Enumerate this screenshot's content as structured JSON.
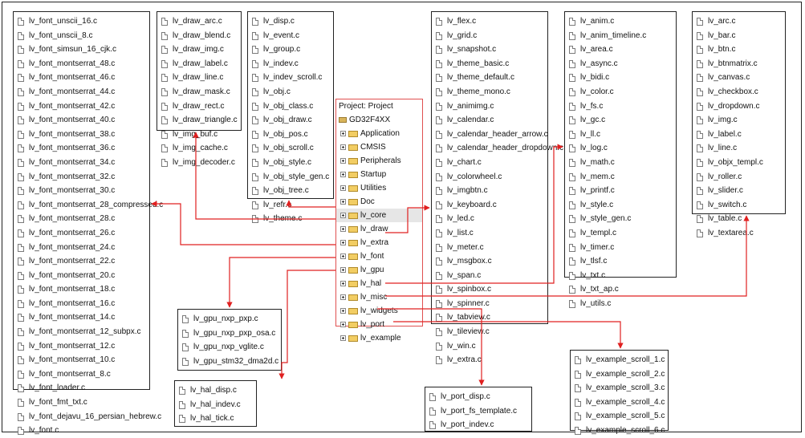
{
  "project": {
    "title": "Project: Project",
    "root": "GD32F4XX",
    "groups": [
      "Application",
      "CMSIS",
      "Peripherals",
      "Startup",
      "Utilities",
      "Doc",
      "lv_core",
      "lv_draw",
      "lv_extra",
      "lv_font",
      "lv_gpu",
      "lv_hal",
      "lv_misc",
      "lv_widgets",
      "lv_port",
      "lv_example"
    ],
    "selected_group": "lv_core"
  },
  "boxes": {
    "font": [
      "lv_font_unscii_16.c",
      "lv_font_unscii_8.c",
      "lv_font_simsun_16_cjk.c",
      "lv_font_montserrat_48.c",
      "lv_font_montserrat_46.c",
      "lv_font_montserrat_44.c",
      "lv_font_montserrat_42.c",
      "lv_font_montserrat_40.c",
      "lv_font_montserrat_38.c",
      "lv_font_montserrat_36.c",
      "lv_font_montserrat_34.c",
      "lv_font_montserrat_32.c",
      "lv_font_montserrat_30.c",
      "lv_font_montserrat_28_compressed.c",
      "lv_font_montserrat_28.c",
      "lv_font_montserrat_26.c",
      "lv_font_montserrat_24.c",
      "lv_font_montserrat_22.c",
      "lv_font_montserrat_20.c",
      "lv_font_montserrat_18.c",
      "lv_font_montserrat_16.c",
      "lv_font_montserrat_14.c",
      "lv_font_montserrat_12_subpx.c",
      "lv_font_montserrat_12.c",
      "lv_font_montserrat_10.c",
      "lv_font_montserrat_8.c",
      "lv_font_loader.c",
      "lv_font_fmt_txt.c",
      "lv_font_dejavu_16_persian_hebrew.c",
      "lv_font.c"
    ],
    "draw": [
      "lv_draw_arc.c",
      "lv_draw_blend.c",
      "lv_draw_img.c",
      "lv_draw_label.c",
      "lv_draw_line.c",
      "lv_draw_mask.c",
      "lv_draw_rect.c",
      "lv_draw_triangle.c",
      "lv_img_buf.c",
      "lv_img_cache.c",
      "lv_img_decoder.c"
    ],
    "core": [
      "lv_disp.c",
      "lv_event.c",
      "lv_group.c",
      "lv_indev.c",
      "lv_indev_scroll.c",
      "lv_obj.c",
      "lv_obj_class.c",
      "lv_obj_draw.c",
      "lv_obj_pos.c",
      "lv_obj_scroll.c",
      "lv_obj_style.c",
      "lv_obj_style_gen.c",
      "lv_obj_tree.c",
      "lv_refr.c",
      "lv_theme.c"
    ],
    "extra": [
      "lv_flex.c",
      "lv_grid.c",
      "lv_snapshot.c",
      "lv_theme_basic.c",
      "lv_theme_default.c",
      "lv_theme_mono.c",
      "lv_animimg.c",
      "lv_calendar.c",
      "lv_calendar_header_arrow.c",
      "lv_calendar_header_dropdown.c",
      "lv_chart.c",
      "lv_colorwheel.c",
      "lv_imgbtn.c",
      "lv_keyboard.c",
      "lv_led.c",
      "lv_list.c",
      "lv_meter.c",
      "lv_msgbox.c",
      "lv_span.c",
      "lv_spinbox.c",
      "lv_spinner.c",
      "lv_tabview.c",
      "lv_tileview.c",
      "lv_win.c",
      "lv_extra.c"
    ],
    "misc": [
      "lv_anim.c",
      "lv_anim_timeline.c",
      "lv_area.c",
      "lv_async.c",
      "lv_bidi.c",
      "lv_color.c",
      "lv_fs.c",
      "lv_gc.c",
      "lv_ll.c",
      "lv_log.c",
      "lv_math.c",
      "lv_mem.c",
      "lv_printf.c",
      "lv_style.c",
      "lv_style_gen.c",
      "lv_templ.c",
      "lv_timer.c",
      "lv_tlsf.c",
      "lv_txt.c",
      "lv_txt_ap.c",
      "lv_utils.c"
    ],
    "widgets": [
      "lv_arc.c",
      "lv_bar.c",
      "lv_btn.c",
      "lv_btnmatrix.c",
      "lv_canvas.c",
      "lv_checkbox.c",
      "lv_dropdown.c",
      "lv_img.c",
      "lv_label.c",
      "lv_line.c",
      "lv_objx_templ.c",
      "lv_roller.c",
      "lv_slider.c",
      "lv_switch.c",
      "lv_table.c",
      "lv_textarea.c"
    ],
    "gpu": [
      "lv_gpu_nxp_pxp.c",
      "lv_gpu_nxp_pxp_osa.c",
      "lv_gpu_nxp_vglite.c",
      "lv_gpu_stm32_dma2d.c"
    ],
    "hal": [
      "lv_hal_disp.c",
      "lv_hal_indev.c",
      "lv_hal_tick.c"
    ],
    "port": [
      "lv_port_disp.c",
      "lv_port_fs_template.c",
      "lv_port_indev.c"
    ],
    "example": [
      "lv_example_scroll_1.c",
      "lv_example_scroll_2.c",
      "lv_example_scroll_3.c",
      "lv_example_scroll_4.c",
      "lv_example_scroll_5.c",
      "lv_example_scroll_6.c"
    ]
  },
  "colors": {
    "arrow": "#e02020",
    "border": "#222222",
    "folder": "#f2cd63"
  }
}
